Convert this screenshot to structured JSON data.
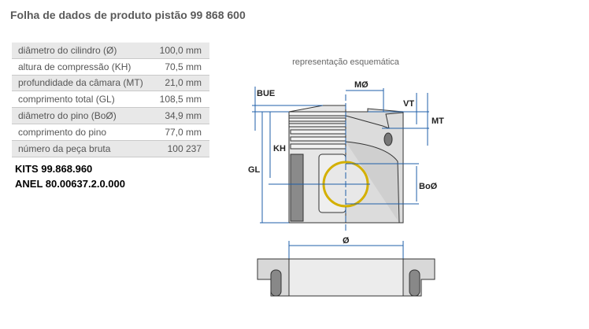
{
  "title": "Folha de dados de produto pistão 99 868 600",
  "specs": [
    {
      "label": "diâmetro do cilindro (Ø)",
      "value": "100,0 mm"
    },
    {
      "label": "altura de compressão (KH)",
      "value": "70,5 mm"
    },
    {
      "label": "profundidade da câmara (MT)",
      "value": "21,0 mm"
    },
    {
      "label": "comprimento total (GL)",
      "value": "108,5 mm"
    },
    {
      "label": "diâmetro do pino (BoØ)",
      "value": "34,9 mm"
    },
    {
      "label": "comprimento do pino",
      "value": "77,0 mm"
    },
    {
      "label": "número da peça bruta",
      "value": "100 237"
    }
  ],
  "kits": "KITS 99.868.960",
  "anel": "ANEL 80.00637.2.0.000",
  "diagram": {
    "caption": "representação esquemática",
    "labels": {
      "bue": "BUE",
      "mo": "MØ",
      "vt": "VT",
      "mt": "MT",
      "kh": "KH",
      "gl": "GL",
      "bo": "BoØ",
      "d": "Ø"
    }
  },
  "colors": {
    "dimension": "#1f5fa8",
    "pin_ring": "#d4b000"
  }
}
